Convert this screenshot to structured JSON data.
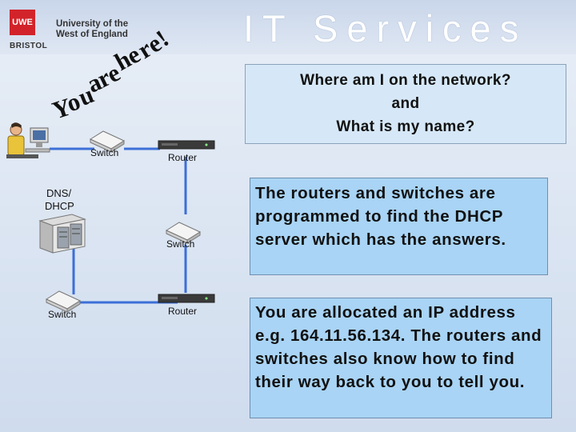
{
  "header": {
    "logo_mark": "UWE",
    "university_line1": "University of the",
    "university_line2": "West of England",
    "location": "BRISTOL",
    "title": "IT Services"
  },
  "banner": {
    "letters": [
      "Y",
      "o",
      "u",
      "a",
      "r",
      "e",
      "h",
      "e",
      "r",
      "e",
      "!"
    ]
  },
  "question": {
    "line1": "Where am I on the network?",
    "line2": "and",
    "line3": "What is my name?"
  },
  "devices": {
    "switch_top": "Switch",
    "router_top": "Router",
    "dns_line1": "DNS/",
    "dns_line2": "DHCP",
    "switch_mid": "Switch",
    "switch_bottom": "Switch",
    "router_bottom": "Router"
  },
  "info": {
    "routers_text": "The routers and switches are programmed to find the DHCP server which has the answers.",
    "allocated_text": "You are allocated an IP address e.g. 164.11.56.134. The routers and switches also know how to find their way back to you to tell you."
  },
  "colors": {
    "network_line": "#3b6fd8",
    "info_box": "#a9d4f5",
    "logo_red": "#d2232a"
  }
}
